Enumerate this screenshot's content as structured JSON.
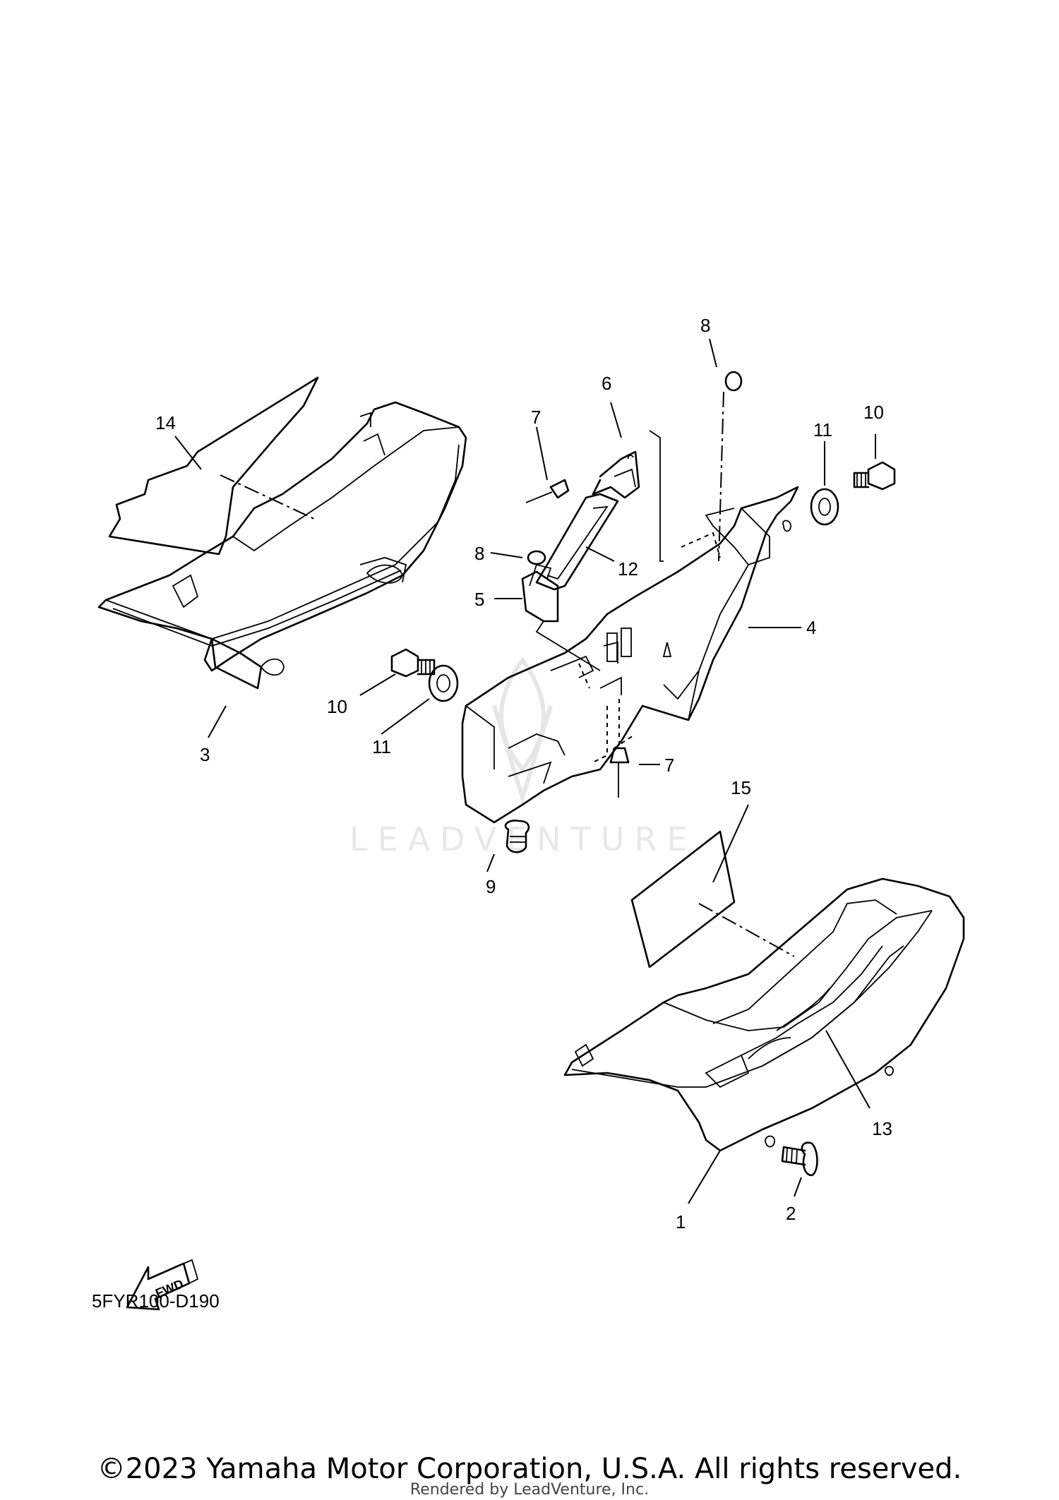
{
  "diagram": {
    "callouts": [
      {
        "id": "1",
        "label": "1"
      },
      {
        "id": "2",
        "label": "2"
      },
      {
        "id": "3",
        "label": "3"
      },
      {
        "id": "4",
        "label": "4"
      },
      {
        "id": "5",
        "label": "5"
      },
      {
        "id": "6",
        "label": "6"
      },
      {
        "id": "7a",
        "label": "7"
      },
      {
        "id": "7b",
        "label": "7"
      },
      {
        "id": "8a",
        "label": "8"
      },
      {
        "id": "8b",
        "label": "8"
      },
      {
        "id": "9",
        "label": "9"
      },
      {
        "id": "10a",
        "label": "10"
      },
      {
        "id": "10b",
        "label": "10"
      },
      {
        "id": "11a",
        "label": "11"
      },
      {
        "id": "11b",
        "label": "11"
      },
      {
        "id": "12",
        "label": "12"
      },
      {
        "id": "13",
        "label": "13"
      },
      {
        "id": "14",
        "label": "14"
      },
      {
        "id": "15",
        "label": "15"
      }
    ],
    "fwd_label": "FWD",
    "diagram_code": "5FYR100-D190",
    "watermark": "LEADVENTURE"
  },
  "footer": {
    "copyright": "©2023 Yamaha Motor Corporation, U.S.A. All rights reserved.",
    "rendered_by": "Rendered by LeadVenture, Inc."
  }
}
